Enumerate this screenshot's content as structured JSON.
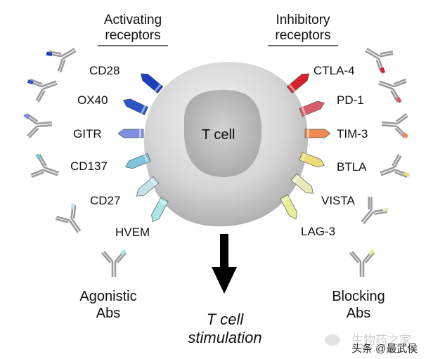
{
  "headers": {
    "activating": [
      "Activating",
      "receptors"
    ],
    "inhibitory": [
      "Inhibitory",
      "receptors"
    ]
  },
  "cell": {
    "label": "T cell"
  },
  "activating_receptors": [
    {
      "name": "CD28",
      "color": "#1b3fbf"
    },
    {
      "name": "OX40",
      "color": "#2a55c9"
    },
    {
      "name": "GITR",
      "color": "#7f8fe0"
    },
    {
      "name": "CD137",
      "color": "#7fc3dc"
    },
    {
      "name": "CD27",
      "color": "#c3e2ea"
    },
    {
      "name": "HVEM",
      "color": "#a9e6e4"
    }
  ],
  "inhibitory_receptors": [
    {
      "name": "CTLA-4",
      "color": "#d8232e"
    },
    {
      "name": "PD-1",
      "color": "#d95a6a"
    },
    {
      "name": "TIM-3",
      "color": "#ee8a52"
    },
    {
      "name": "BTLA",
      "color": "#eedc78"
    },
    {
      "name": "VISTA",
      "color": "#e8e8b8"
    },
    {
      "name": "LAG-3",
      "color": "#e6ee9a"
    }
  ],
  "footers": {
    "agonistic": [
      "Agonistic",
      "Abs"
    ],
    "blocking": [
      "Blocking",
      "Abs"
    ]
  },
  "outcome": [
    "T cell",
    "stimulation"
  ],
  "watermark": {
    "faded": "生物药之家",
    "text": "头条 @最武侯"
  },
  "colors": {
    "antibody": "#9a9a9a",
    "cell_outer": "#d4d4d4",
    "cell_inner": "#b8b8b8",
    "arrow": "#000000"
  }
}
